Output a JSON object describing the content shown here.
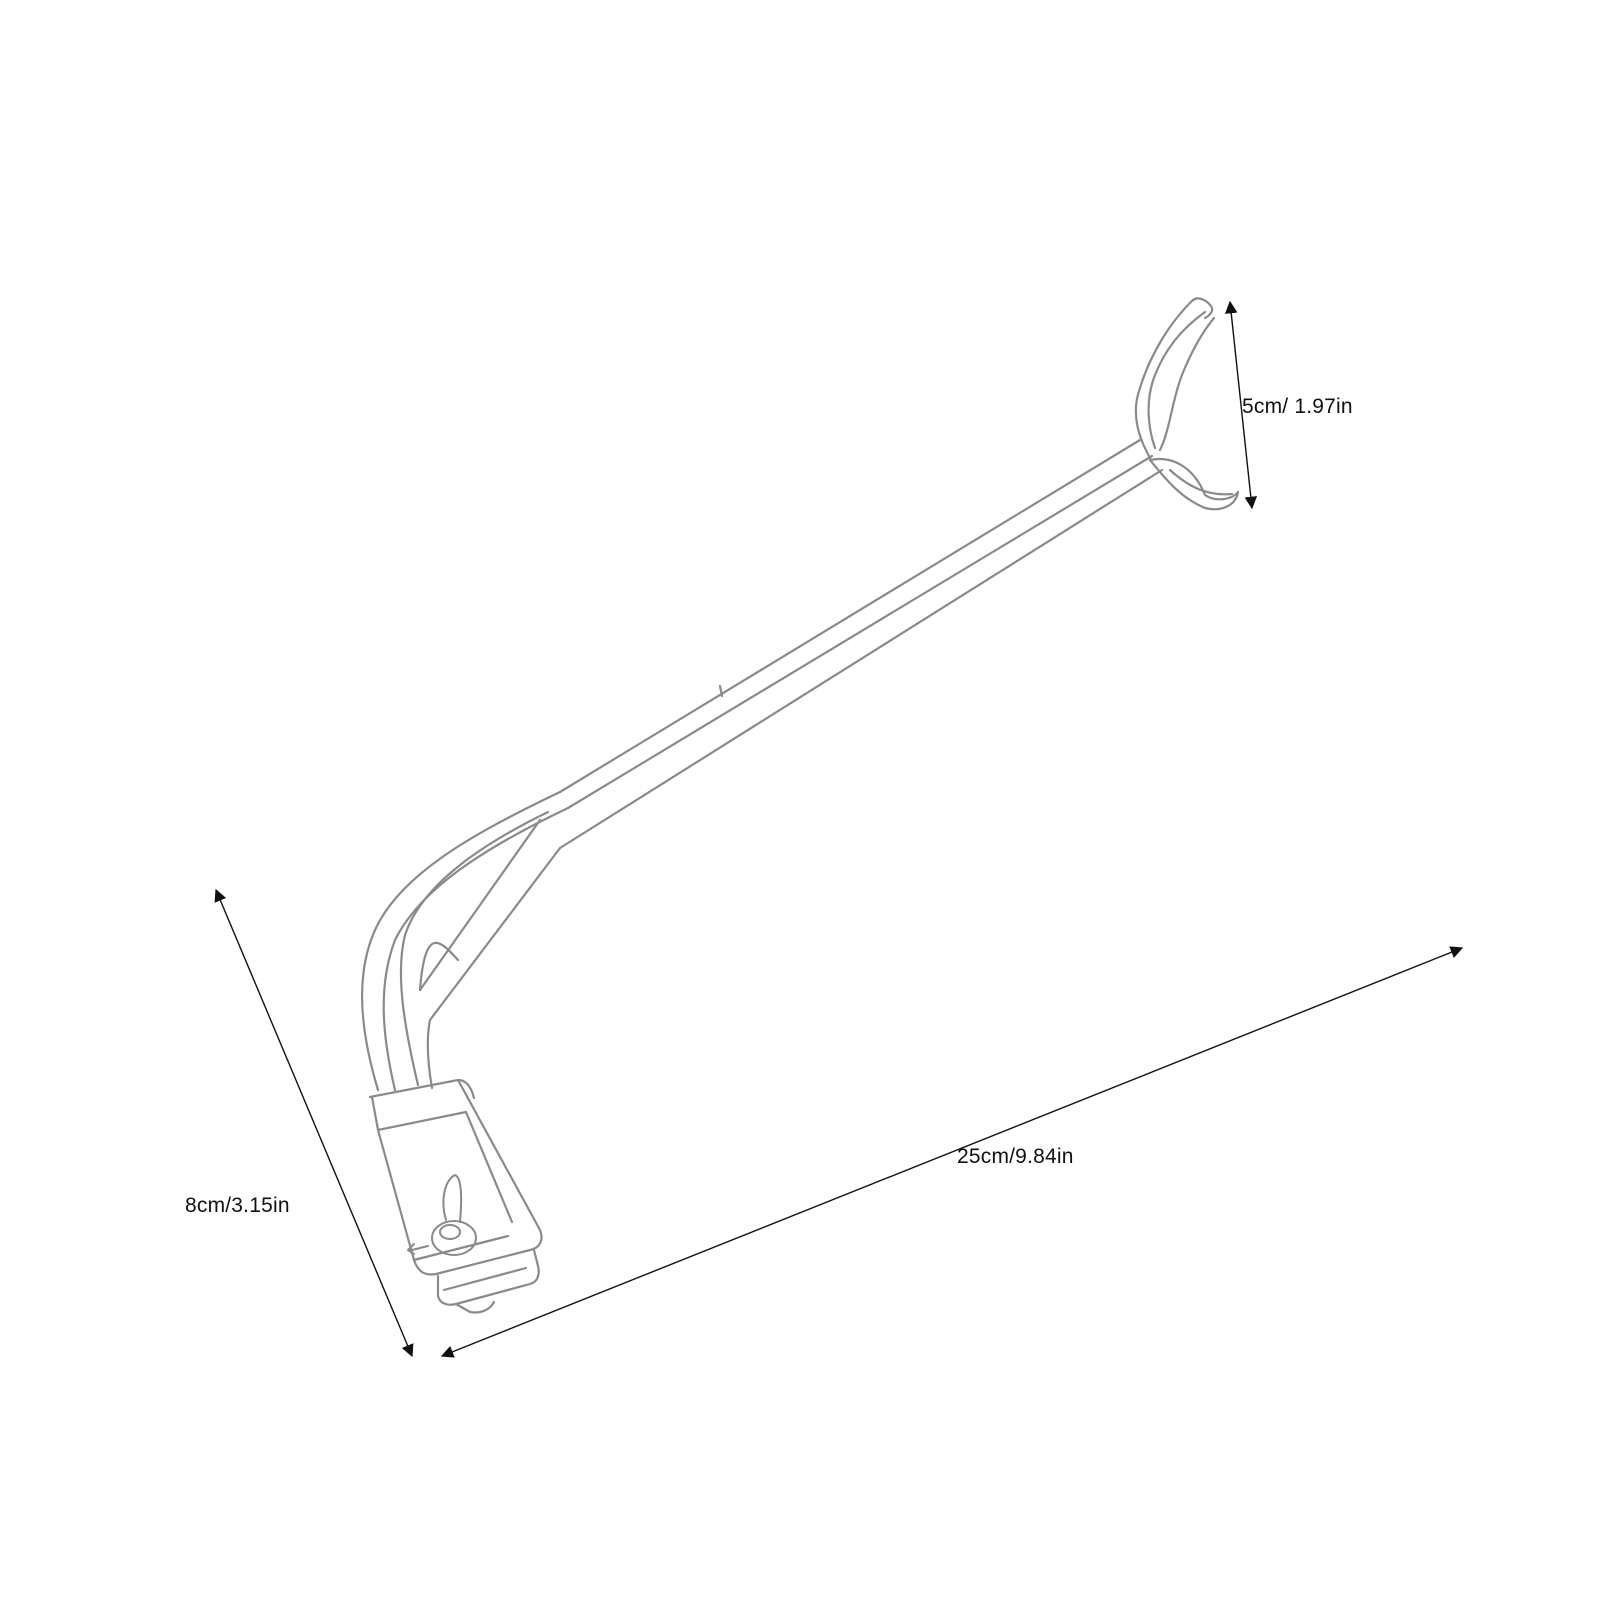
{
  "product": {
    "icon": "bent-arm-hook-with-clamp-icon"
  },
  "dimensions": {
    "top_height": "5cm/ 1.97in",
    "total_length": "25cm/9.84in",
    "side_width": "8cm/3.15in"
  },
  "colors": {
    "background": "#ffffff",
    "outline": "#8a8a8a",
    "arrow": "#111111"
  }
}
